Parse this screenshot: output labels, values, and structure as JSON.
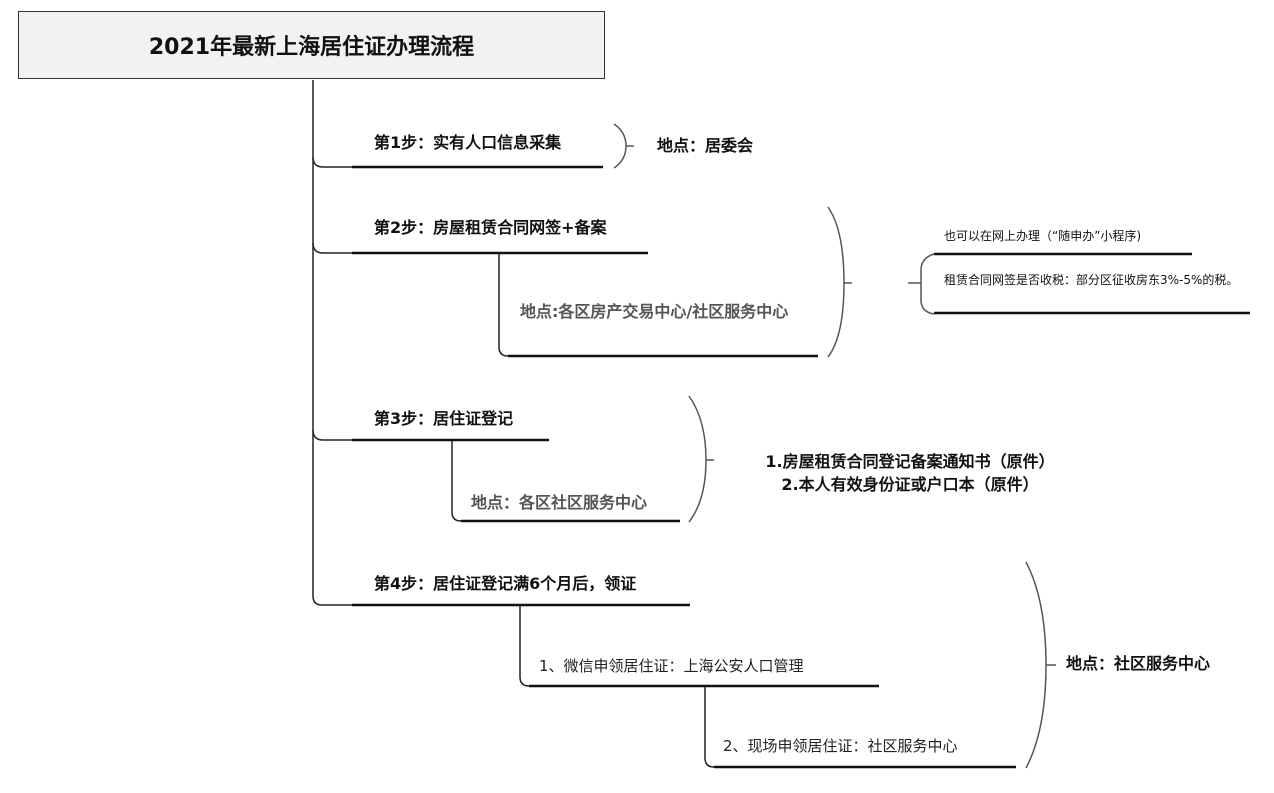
{
  "title": "2021年最新上海居住证办理流程",
  "steps": [
    {
      "label": "第1步：实有人口信息采集",
      "location": "地点：居委会"
    },
    {
      "label": "第2步：房屋租赁合同网签+备案",
      "location": "地点:各区房产交易中心/社区服务中心",
      "notes": [
        "也可以在网上办理（“随申办”小程序)",
        "租赁合同网签是否收税：部分区征收房东3%-5%的税。"
      ]
    },
    {
      "label": "第3步：居住证登记",
      "location": "地点：各区社区服务中心",
      "documents": [
        "1.房屋租赁合同登记备案通知书（原件）",
        "2.本人有效身份证或户口本（原件）"
      ]
    },
    {
      "label": "第4步：居住证登记满6个月后，领证",
      "location": "地点：社区服务中心",
      "methods": [
        "1、微信申领居住证：上海公安人口管理",
        "2、现场申领居住证：社区服务中心"
      ]
    }
  ],
  "colors": {
    "line": "#222222",
    "bracket": "#555555",
    "title_bg": "#f2f2f2",
    "muted_text": "#555555"
  }
}
